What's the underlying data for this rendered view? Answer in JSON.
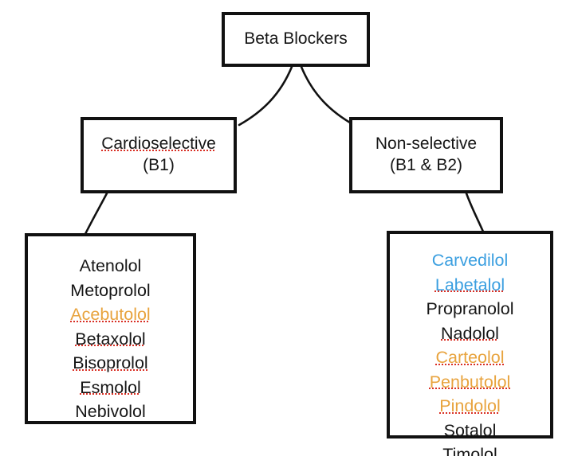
{
  "diagram": {
    "title_node": {
      "label": "Beta Blockers",
      "lines": [
        "Beta Blockers"
      ]
    },
    "branches": [
      {
        "name": "cardioselective",
        "lines": [
          "Cardioselective",
          "(B1)"
        ],
        "line1": "Cardioselective",
        "line2": "(B1)",
        "drugs": [
          {
            "name": "Atenolol",
            "color": "black",
            "misspelled": false
          },
          {
            "name": "Metoprolol",
            "color": "black",
            "misspelled": false
          },
          {
            "name": "Acebutolol",
            "color": "orange",
            "misspelled": true
          },
          {
            "name": "Betaxolol",
            "color": "black",
            "misspelled": true
          },
          {
            "name": "Bisoprolol",
            "color": "black",
            "misspelled": true
          },
          {
            "name": "Esmolol",
            "color": "black",
            "misspelled": true
          },
          {
            "name": "Nebivolol",
            "color": "black",
            "misspelled": false
          }
        ]
      },
      {
        "name": "non-selective",
        "lines": [
          "Non-selective",
          "(B1 & B2)"
        ],
        "line1": "Non-selective",
        "line2": "(B1 & B2)",
        "drugs": [
          {
            "name": "Carvedilol",
            "color": "blue",
            "misspelled": false
          },
          {
            "name": "Labetalol",
            "color": "blue",
            "misspelled": true
          },
          {
            "name": "Propranolol",
            "color": "black",
            "misspelled": false
          },
          {
            "name": "Nadolol",
            "color": "black",
            "misspelled": true
          },
          {
            "name": "Carteolol",
            "color": "orange",
            "misspelled": true
          },
          {
            "name": "Penbutolol",
            "color": "orange",
            "misspelled": true
          },
          {
            "name": "Pindolol",
            "color": "orange",
            "misspelled": true
          },
          {
            "name": "Sotalol",
            "color": "black",
            "misspelled": false
          },
          {
            "name": "Timolol",
            "color": "black",
            "misspelled": false
          }
        ]
      }
    ],
    "colors": {
      "orange": "#e8a33d",
      "blue": "#3b9fe0",
      "black": "#161616",
      "border": "#111111",
      "squiggle": "#d93025",
      "background": "#ffffff"
    }
  }
}
